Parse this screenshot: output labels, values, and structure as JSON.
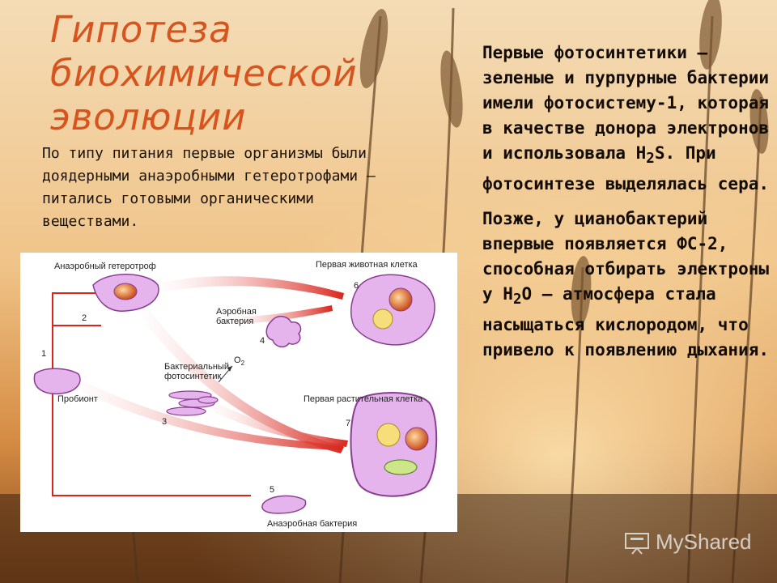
{
  "title_lines": [
    "Гипотеза",
    "биохимической",
    "эволюции"
  ],
  "intro_text": "По типу питания первые организмы были доядерными анаэробными гетеротрофами – питались готовыми органическими веществами.",
  "right_para1": {
    "before": "Первые фотосинтетики – зеленые и пурпурные бактерии имели фотосистему-1, которая в качестве донора электронов и использовала H",
    "sub": "2",
    "after": "S. При фотосинтезе выделялась сера."
  },
  "right_para2": {
    "before": "Позже, у цианобактерий впервые появляется ФС-2, способная отбирать электроны у H",
    "sub": "2",
    "after": "O – атмосфера стала насыщаться кислородом, что привело к появлению дыхания."
  },
  "diagram": {
    "anaerobic_heterotroph": "Анаэробный гетеротроф",
    "first_animal_cell": "Первая животная клетка",
    "aerobic_bacterium_line1": "Аэробная",
    "aerobic_bacterium_line2": "бактерия",
    "bacterial_photosynthetic_line1": "Бактериальный",
    "bacterial_photosynthetic_line2": "фотосинтетик",
    "o2": "O",
    "o2_sub": "2",
    "probiont": "Пробионт",
    "first_plant_cell": "Первая растительная клетка",
    "anaerobic_bacterium": "Анаэробная бактерия",
    "n1": "1",
    "n2": "2",
    "n3": "3",
    "n4": "4",
    "n5": "5",
    "n6": "6",
    "n7": "7"
  },
  "logo_text": "MyShared"
}
